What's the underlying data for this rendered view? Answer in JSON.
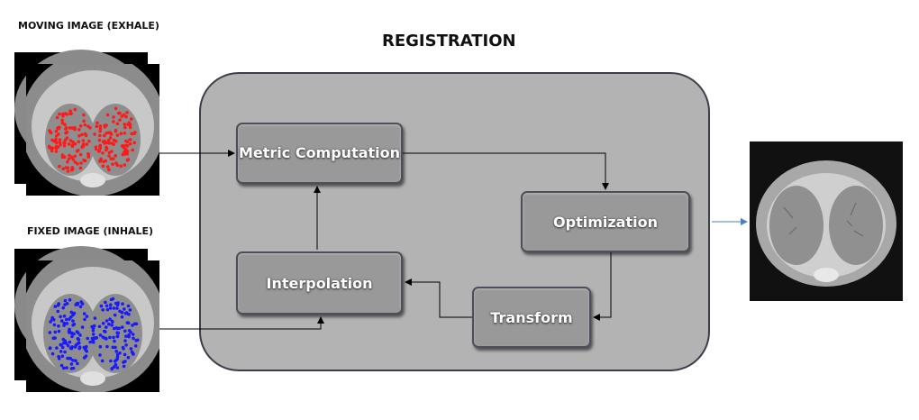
{
  "labels": {
    "moving": "MOVING IMAGE (EXHALE)",
    "fixed": "FIXED IMAGE (INHALE)",
    "registration": "REGISTRATION"
  },
  "boxes": {
    "metric": "Metric Computation",
    "optimization": "Optimization",
    "interpolation": "Interpolation",
    "transform": "Transform"
  },
  "colors": {
    "moving_points": "#ff1a1a",
    "fixed_points": "#1a1aff",
    "panel": "#b3b3b3",
    "box": "#999999",
    "output_arrow": "#4a7fc0"
  },
  "images": {
    "moving": "ct-scan-exhale-with-red-landmarks",
    "fixed": "ct-scan-inhale-with-blue-landmarks",
    "output": "ct-scan-registered-output"
  }
}
